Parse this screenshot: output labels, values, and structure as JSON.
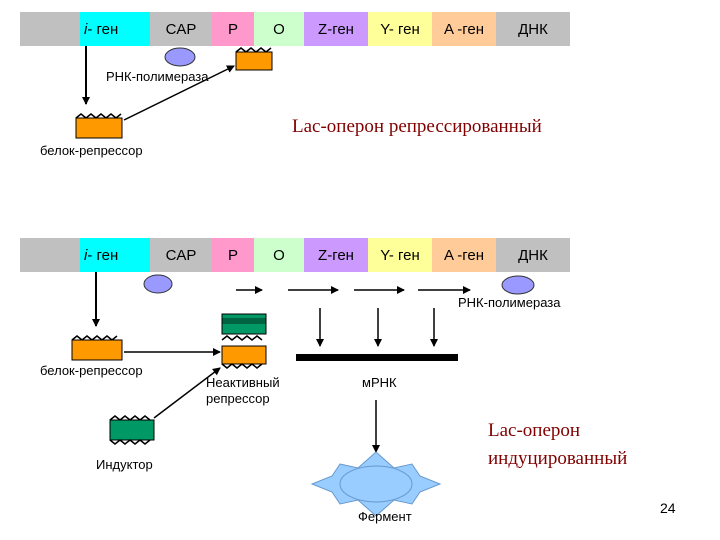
{
  "genes": {
    "i_prefix": "i",
    "i_suffix": " - ген",
    "cap": "CAP",
    "p": "P",
    "o": "O",
    "z": "Z-ген",
    "y": "Y- ген",
    "a": "A -ген",
    "dnk": "ДНК"
  },
  "top": {
    "polymerase_label": "РНК-полимераза",
    "repressor_label": "белок-репрессор",
    "title": "Lac-оперон репрессированный"
  },
  "bottom": {
    "repressor_label": "белок-репрессор",
    "polymerase_label": "РНК-полимераза",
    "inactive_line1": "Неактивный",
    "inactive_line2": "репрессор",
    "mrna_label": "мРНК",
    "inducer_label": "Индуктор",
    "enzyme_label": "Фермент",
    "title_line1": "Lac-оперон",
    "title_line2": "индуцированный"
  },
  "slide_number": "24",
  "colors": {
    "gene_grey": "#c0c0c0",
    "gene_i": "#00ffff",
    "gene_p": "#ff99cc",
    "gene_o": "#ccffcc",
    "gene_z": "#cc99ff",
    "gene_y": "#ffff99",
    "gene_a": "#ffcc99",
    "polymerase": "#9999ff",
    "repressor": "#ff9900",
    "inducer": "#009966",
    "enzyme": "#99ccff",
    "title": "#800000"
  }
}
